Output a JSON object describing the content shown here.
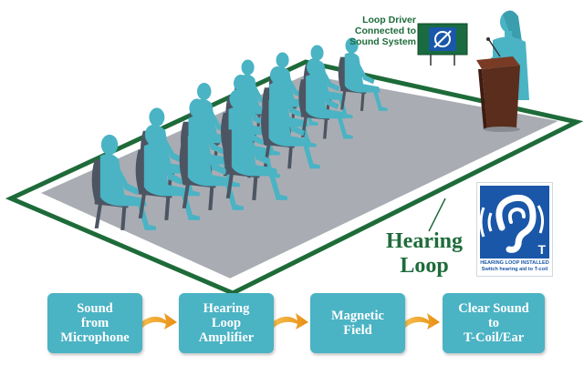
{
  "driver_label": "Loop Driver\nConnected to\nSound System",
  "loop_label": "Hearing\nLoop",
  "sign": {
    "letter": "T",
    "caption_line1": "HEARING LOOP INSTALLED",
    "caption_line2": "Switch hearing aid to T-coil"
  },
  "steps": [
    {
      "label": "Sound\nfrom\nMicrophone"
    },
    {
      "label": "Hearing\nLoop\nAmplifier"
    },
    {
      "label": "Magnetic\nField"
    },
    {
      "label": "Clear Sound\nto\nT-Coil/Ear"
    }
  ],
  "colors": {
    "loop_green": "#1e6b3a",
    "floor_gray": "#a9adb3",
    "figure_teal": "#4ab3c4",
    "chair_gray": "#4d5563",
    "podium_brown": "#5a2d1c",
    "sign_blue": "#1a57a8",
    "arrow_orange": "#f0a020"
  }
}
